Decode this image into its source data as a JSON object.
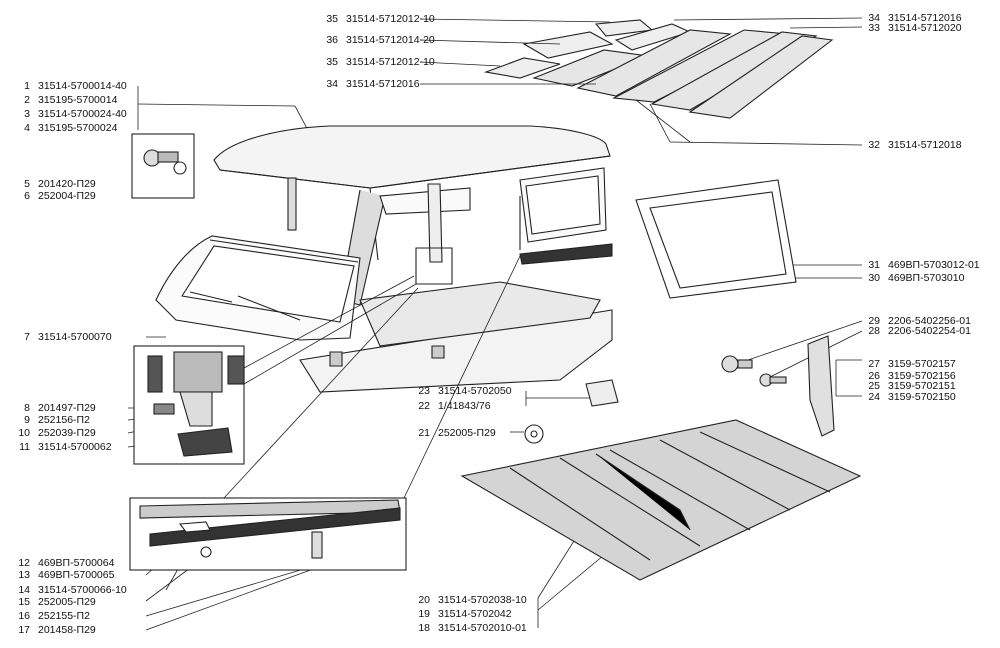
{
  "callouts": [
    {
      "num": "35",
      "code": "31514-5712012-10"
    },
    {
      "num": "36",
      "code": "31514-5712014-20"
    },
    {
      "num": "35",
      "code": "31514-5712012-10"
    },
    {
      "num": "34",
      "code": "31514-5712016"
    },
    {
      "num": "34",
      "code": "31514-5712016"
    },
    {
      "num": "33",
      "code": "31514-5712020"
    },
    {
      "num": "32",
      "code": "31514-5712018"
    },
    {
      "num": "1",
      "code": "31514-5700014-40"
    },
    {
      "num": "2",
      "code": "315195-5700014"
    },
    {
      "num": "3",
      "code": "31514-5700024-40"
    },
    {
      "num": "4",
      "code": "315195-5700024"
    },
    {
      "num": "5",
      "code": "201420-П29"
    },
    {
      "num": "6",
      "code": "252004-П29"
    },
    {
      "num": "31",
      "code": "469ВП-5703012-01"
    },
    {
      "num": "30",
      "code": "469ВП-5703010"
    },
    {
      "num": "29",
      "code": "2206-5402256-01"
    },
    {
      "num": "28",
      "code": "2206-5402254-01"
    },
    {
      "num": "7",
      "code": "31514-5700070"
    },
    {
      "num": "27",
      "code": "3159-5702157"
    },
    {
      "num": "26",
      "code": "3159-5702156"
    },
    {
      "num": "25",
      "code": "3159-5702151"
    },
    {
      "num": "24",
      "code": "3159-5702150"
    },
    {
      "num": "23",
      "code": "31514-5702050"
    },
    {
      "num": "22",
      "code": "1/41843/76"
    },
    {
      "num": "8",
      "code": "201497-П29"
    },
    {
      "num": "9",
      "code": "252156-П2"
    },
    {
      "num": "10",
      "code": "252039-П29"
    },
    {
      "num": "21",
      "code": "252005-П29"
    },
    {
      "num": "11",
      "code": "31514-5700062"
    },
    {
      "num": "12",
      "code": "469ВП-5700064"
    },
    {
      "num": "13",
      "code": "469ВП-5700065"
    },
    {
      "num": "14",
      "code": "31514-5700066-10"
    },
    {
      "num": "15",
      "code": "252005-П29"
    },
    {
      "num": "16",
      "code": "252155-П2"
    },
    {
      "num": "17",
      "code": "201458-П29"
    },
    {
      "num": "20",
      "code": "31514-5702038-10"
    },
    {
      "num": "19",
      "code": "31514-5702042"
    },
    {
      "num": "18",
      "code": "31514-5702010-01"
    }
  ]
}
